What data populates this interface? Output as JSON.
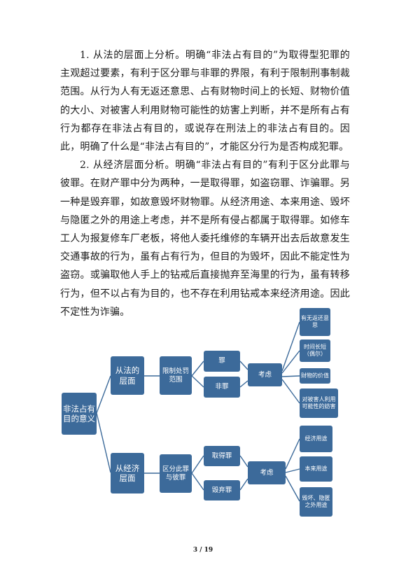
{
  "paragraphs": [
    "1. 从法的层面上分析。明确“非法占有目的”为取得型犯罪的主观超过要素，有利于区分罪与非罪的界限，有利于限制刑事制裁范围。从行为人有无返还意思、占有财物时间上的长短、财物价值的大小、对被害人利用财物可能性的妨害上判断，并不是所有占有行为都存在非法占有目的，或说存在刑法上的非法占有目的。因此，明确了什么是“非法占有目的”，才能区分行为是否构成犯罪。",
    "2. 从经济层面分析。明确“非法占有目的”有利于区分此罪与彼罪。在财产罪中分为两种，一是取得罪，如盗窃罪、诈骗罪。另一种是毁弃罪，如故意毁坏财物罪。从经济用途、本来用途、毁坏与隐匿之外的用途上考虑，并不是所有侵占都属于取得罪。如修车工人为报复修车厂老板，将他人委托维修的车辆开出去后故意发生交通事故的行为，虽有占有行为，但目的为毁坏，因此不能定性为盗窃。或骗取他人手上的钻戒后直接抛弃至海里的行为，虽有转移行为，但不以占有为目的，也不存在利用钻戒本来经济用途。因此不定性为诈骗。"
  ],
  "diagram": {
    "root": "非法占有目的意义",
    "legal": {
      "label": "从法的层面",
      "child": "限制处罚范围",
      "branch_a": "罪",
      "branch_b": "非罪",
      "consider": "考虑",
      "factors": [
        "有无返还意思",
        "时间长短（偶尔）",
        "财物的价值",
        "对被害人利用可能性的妨害"
      ]
    },
    "economic": {
      "label": "从经济层面",
      "child": "区分此罪与彼罪",
      "branch_a": "取得罪",
      "branch_b": "毁弃罪",
      "consider": "考虑",
      "factors": [
        "经济用途",
        "本来用途",
        "毁坏、隐匿之外用途"
      ]
    },
    "colors": {
      "node": "#3c6a9a",
      "connector": "#3c6a9a",
      "text": "#ffffff"
    }
  },
  "page_number": "3 / 19"
}
